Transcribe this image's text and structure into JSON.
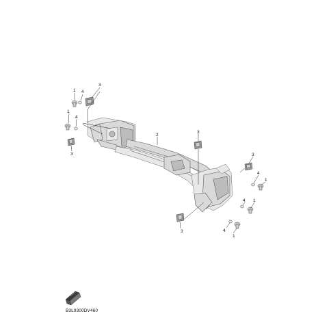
{
  "diagram_code": "B3L9300DV460",
  "callouts": {
    "c1a": "1",
    "c4a": "4",
    "c3a": "3",
    "c1b": "1",
    "c4b": "4",
    "c3b": "3",
    "c2": "2",
    "c3c": "3",
    "c3d": "3",
    "c4c": "4",
    "c1c": "1",
    "c4d": "4",
    "c1d": "1",
    "c3e": "3",
    "c4e": "4",
    "c1e": "1"
  },
  "icon": "book-reference-icon"
}
